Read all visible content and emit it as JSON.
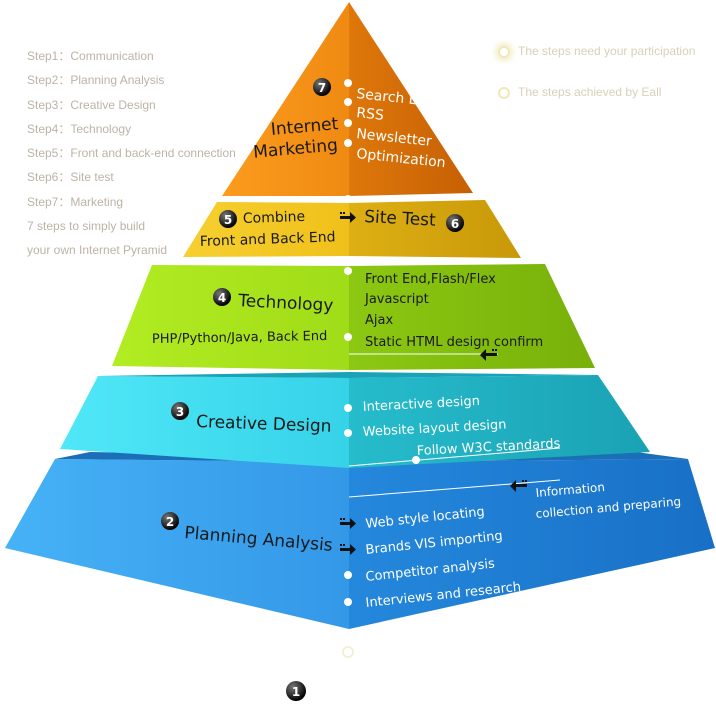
{
  "steps": [
    "Step1：Communication",
    "Step2：Planning Analysis",
    "Step3：Creative Design",
    "Step4：Technology",
    "Step5：Front and back-end connection",
    "Step6：Site test",
    "Step7：Marketing",
    "7 steps to simply build",
    "your own Internet  Pyramid"
  ],
  "legend": {
    "participation": "The steps need your participation",
    "achieved": "The steps achieved by Eall"
  },
  "pyramid": {
    "marketing": {
      "num": "7",
      "title1": "Internet",
      "title2": "Marketing",
      "items": [
        "Search Engine",
        "RSS",
        "Newsletter",
        "Optimization"
      ]
    },
    "combine": {
      "num": "5",
      "title1": "Combine",
      "title2": "Front and Back End"
    },
    "sitetest": {
      "num": "6",
      "title": "Site Test"
    },
    "technology": {
      "num": "4",
      "title": "Technology",
      "sub": "PHP/Python/Java, Back End",
      "items": [
        "Front End,Flash/Flex",
        "Javascript",
        "Ajax",
        "Static HTML design confirm"
      ]
    },
    "creative": {
      "num": "3",
      "title": "Creative Design",
      "items": [
        "Interactive  design",
        "Website layout design",
        "Follow W3C standards"
      ]
    },
    "planning": {
      "num": "2",
      "title": "Planning Analysis",
      "items": [
        "Web style locating",
        "Brands VIS  importing",
        "Competitor analysis",
        "Interviews and research"
      ],
      "info1": "Information",
      "info2": "collection and preparing"
    },
    "communication": {
      "num": "1"
    }
  },
  "colors": {
    "marketing_left": "#f08a12",
    "marketing_right": "#d46b06",
    "combine_left": "#f2c21c",
    "combine_right": "#d9a90e",
    "tech_left": "#a4e01c",
    "tech_right": "#86c010",
    "creative_left": "#3ed9ec",
    "creative_right": "#20b4c4",
    "planning_left": "#3aa6ee",
    "planning_right": "#1f82d6"
  }
}
